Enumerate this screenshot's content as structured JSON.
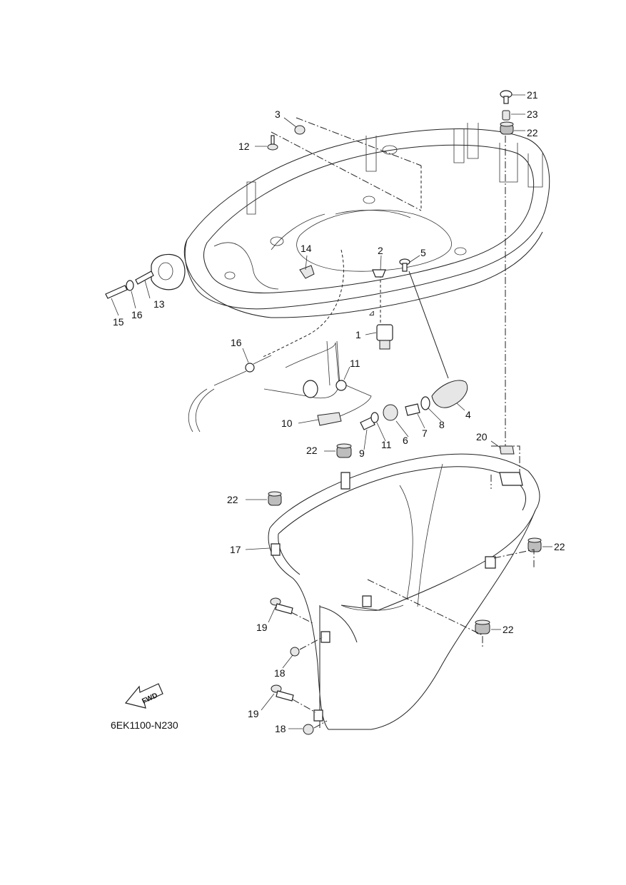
{
  "diagram": {
    "reference_code": "6EK1100-N230",
    "fwd_label": "FWD",
    "callouts": [
      "21",
      "23",
      "22",
      "3",
      "12",
      "2",
      "5",
      "14",
      "1",
      "13",
      "16",
      "15",
      "16",
      "11",
      "4",
      "7",
      "8",
      "6",
      "10",
      "11",
      "9",
      "20",
      "22",
      "22",
      "17",
      "22",
      "19",
      "22",
      "18",
      "19",
      "18"
    ]
  }
}
